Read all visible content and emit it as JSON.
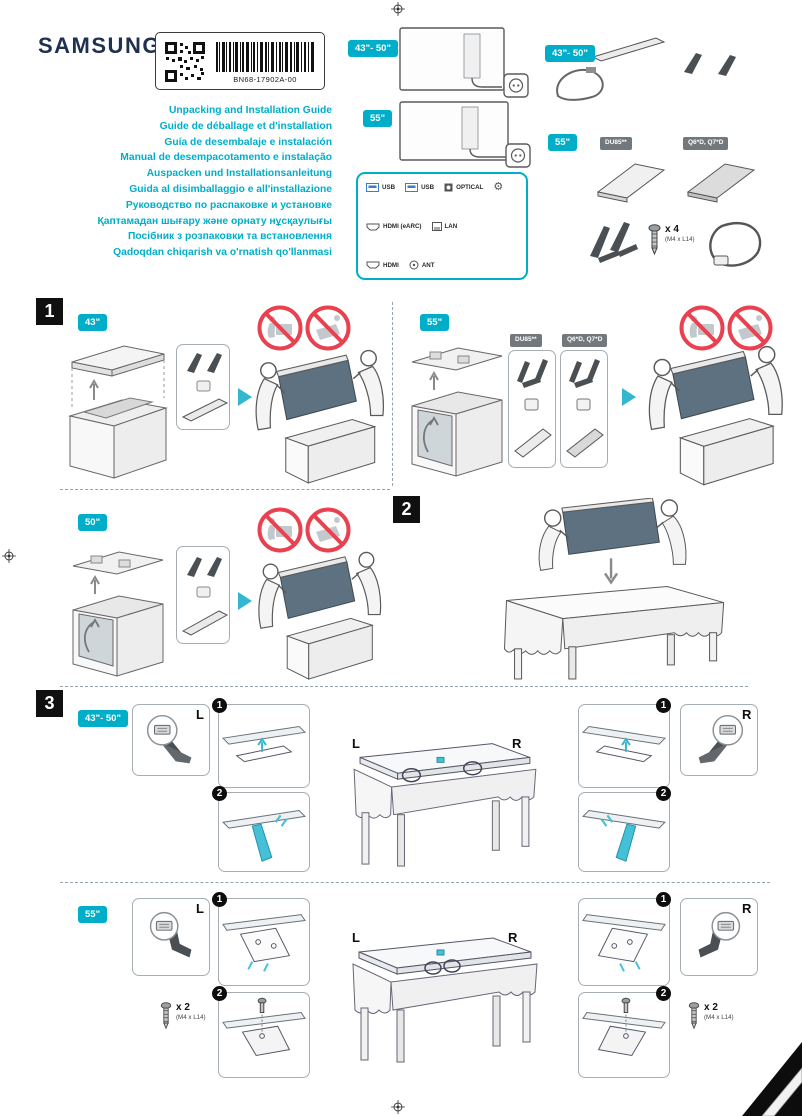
{
  "colors": {
    "accent_cyan": "#00aec9",
    "highlight_cyan": "#45c0d6",
    "badge_gray": "#73787c",
    "prohibition_red": "#e8414f",
    "step_black": "#101010"
  },
  "header": {
    "brand": "SAMSUNG",
    "part_number": "BN68-17902A-00",
    "titles": [
      "Unpacking and Installation Guide",
      "Guide de déballage et d'installation",
      "Guía de desembalaje e instalación",
      "Manual de desempacotamento e instalação",
      "Auspacken und Installationsanleitung",
      "Guida al disimballaggio e all'installazione",
      "Руководство по распаковке и установке",
      "Қаптамадан шығару және орнату нұсқаулығы",
      "Посібник з розпаковки та встановлення",
      "Qadoqdan chiqarish va o'rnatish qo'llanmasi"
    ]
  },
  "badges": {
    "size_43_50": "43\"- 50\"",
    "size_55": "55\"",
    "size_43": "43\"",
    "size_50": "50\"",
    "model_du85": "DU85**",
    "model_q6_q7": "Q6*D, Q7*D"
  },
  "ports": {
    "usb": "USB",
    "usb_out": "USB",
    "optical": "OPTICAL",
    "hdmi_earc": "HDMI (eARC)",
    "hdmi": "HDMI",
    "lan": "LAN",
    "ant": "ANT"
  },
  "steps": {
    "one": "1",
    "two": "2",
    "three": "3"
  },
  "substeps": {
    "one": "1",
    "two": "2"
  },
  "sides": {
    "left": "L",
    "right": "R"
  },
  "screws": {
    "qty4": "x 4",
    "qty2": "x 2",
    "spec": "(M4 x L14)"
  }
}
